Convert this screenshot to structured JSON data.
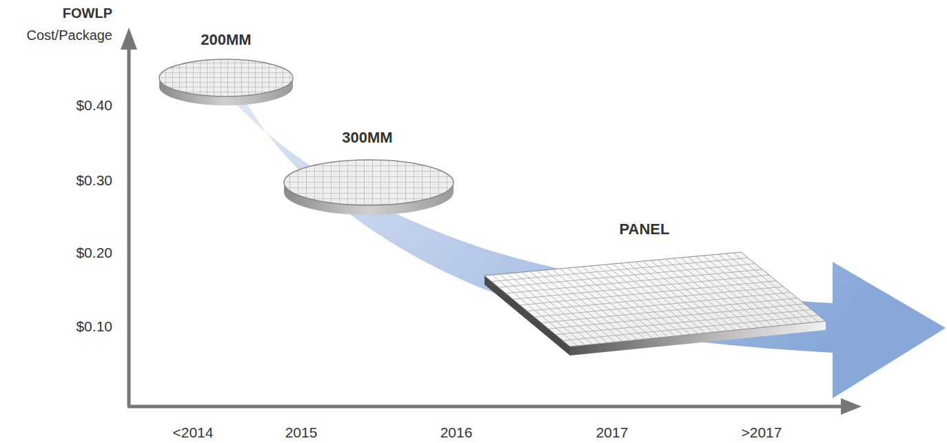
{
  "diagram": {
    "labels": [
      "FOWLP",
      "Cost/Package",
      "$0.40",
      "$0.30",
      "$0.20",
      "$0.10",
      "<2014",
      "2015",
      "2016",
      "2017",
      ">2017",
      "200MM",
      "300MM",
      "PANEL"
    ]
  }
}
